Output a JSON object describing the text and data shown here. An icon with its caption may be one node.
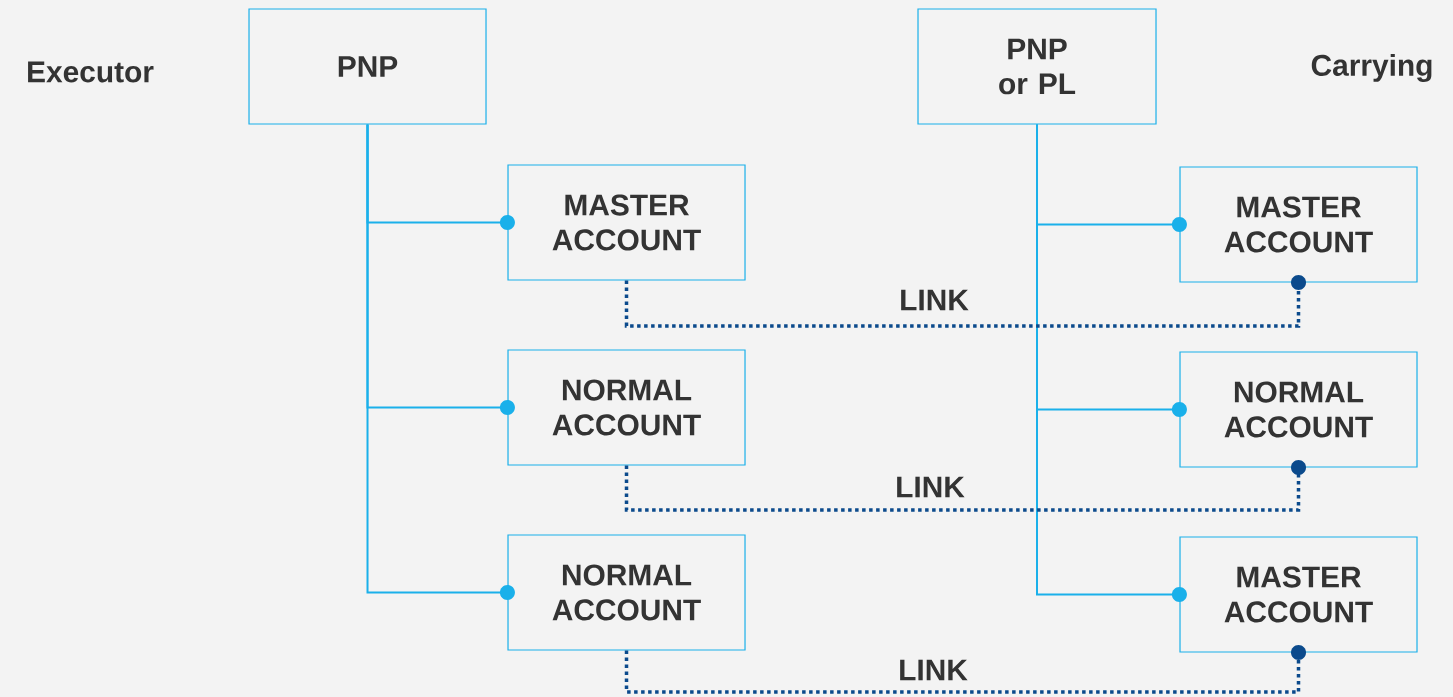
{
  "diagram": {
    "nodes": [
      {
        "text": [
          "PNP"
        ]
      },
      {
        "text": [
          "PNP or PL"
        ]
      },
      {
        "text": [
          "MASTER ACCOUNT"
        ]
      },
      {
        "text": [
          "NORMAL ACCOUNT"
        ]
      },
      {
        "text": [
          "NORMAL ACCOUNT"
        ]
      },
      {
        "text": [
          "MASTER ACCOUNT"
        ]
      },
      {
        "text": [
          "NORMAL ACCOUNT"
        ]
      },
      {
        "text": [
          "MASTER ACCOUNT"
        ]
      }
    ],
    "edges": [
      {
        "from": 0,
        "to": 2,
        "arrow": "other"
      },
      {
        "from": 0,
        "to": 3,
        "arrow": "other"
      },
      {
        "from": 0,
        "to": 4,
        "arrow": "other"
      },
      {
        "from": 1,
        "to": 5,
        "arrow": "other"
      },
      {
        "from": 1,
        "to": 6,
        "arrow": "other"
      },
      {
        "from": 1,
        "to": 7,
        "arrow": "other"
      },
      {
        "from": 2,
        "to": 5,
        "arrow": "other",
        "label": "LINK",
        "style": "dashed",
        "color": "#0b4a8c"
      },
      {
        "from": 3,
        "to": 6,
        "arrow": "other",
        "label": "LINK",
        "style": "dashed",
        "color": "#0b4a8c"
      },
      {
        "from": 4,
        "to": 7,
        "arrow": "other",
        "label": "LINK",
        "style": "dashed",
        "color": "#0b4a8c"
      }
    ],
    "labels": [
      "Executor",
      "Carrying"
    ]
  }
}
